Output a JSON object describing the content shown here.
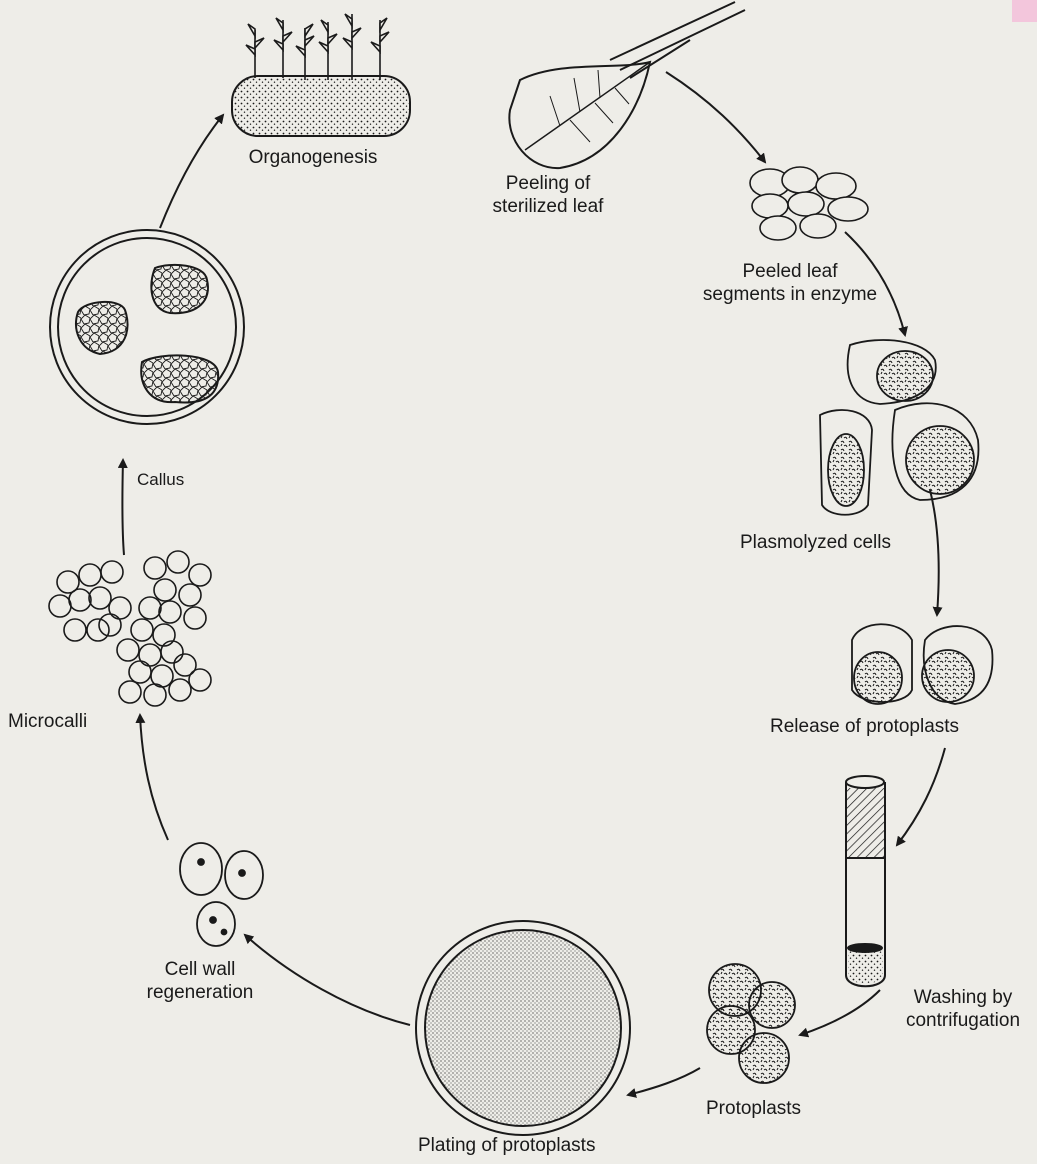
{
  "labels": {
    "organogenesis": "Organogenesis",
    "peeling": [
      "Peeling of",
      "sterilized leaf"
    ],
    "peeled_segments": [
      "Peeled leaf",
      "segments in enzyme"
    ],
    "plasmolyzed": "Plasmolyzed cells",
    "release": "Release of protoplasts",
    "washing": [
      "Washing by",
      "contrifugation"
    ],
    "protoplasts": "Protoplasts",
    "plating": "Plating of protoplasts",
    "cell_wall": [
      "Cell wall",
      "regeneration"
    ],
    "microcalli": "Microcalli",
    "callus": "Callus"
  },
  "colors": {
    "ink": "#1a1a1a",
    "paper": "#eeede8",
    "corner_mark": "#f3c6dc"
  }
}
